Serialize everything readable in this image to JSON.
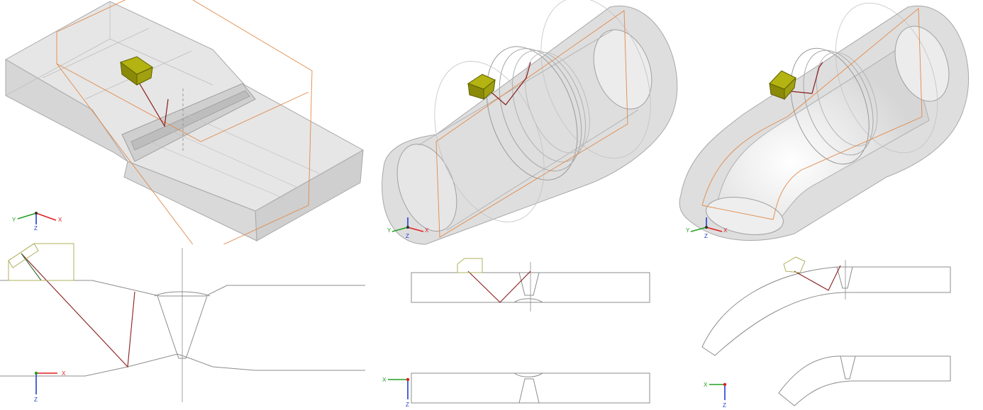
{
  "panels": [
    {
      "id": "plate",
      "triad_3d": {
        "x": "X",
        "y": "Y",
        "z": "Z"
      },
      "triad_2d": {
        "x": "X",
        "z": "Z"
      }
    },
    {
      "id": "pipe",
      "triad_3d": {
        "x": "X",
        "y": "Y",
        "z": "Z"
      },
      "triad_2d": {
        "x": "X",
        "z": "Z"
      }
    },
    {
      "id": "elbow",
      "triad_3d": {
        "x": "X",
        "y": "Y",
        "z": "Z"
      },
      "triad_2d": {
        "x": "X",
        "z": "Z"
      }
    }
  ],
  "colors": {
    "body_fill": "#dcdcdc",
    "body_edge": "#a8a8a8",
    "section_line": "#e08a4a",
    "beam_path": "#8a1c1c",
    "probe_fill": "#9a9a10",
    "probe_edge": "#5f5f00",
    "profile_line": "#8c8c8c",
    "axis_x": "#e02020",
    "axis_y": "#22a022",
    "axis_z": "#1f3fd0"
  },
  "icons": [
    "axis-triad-icon",
    "ultrasonic-probe-icon"
  ]
}
